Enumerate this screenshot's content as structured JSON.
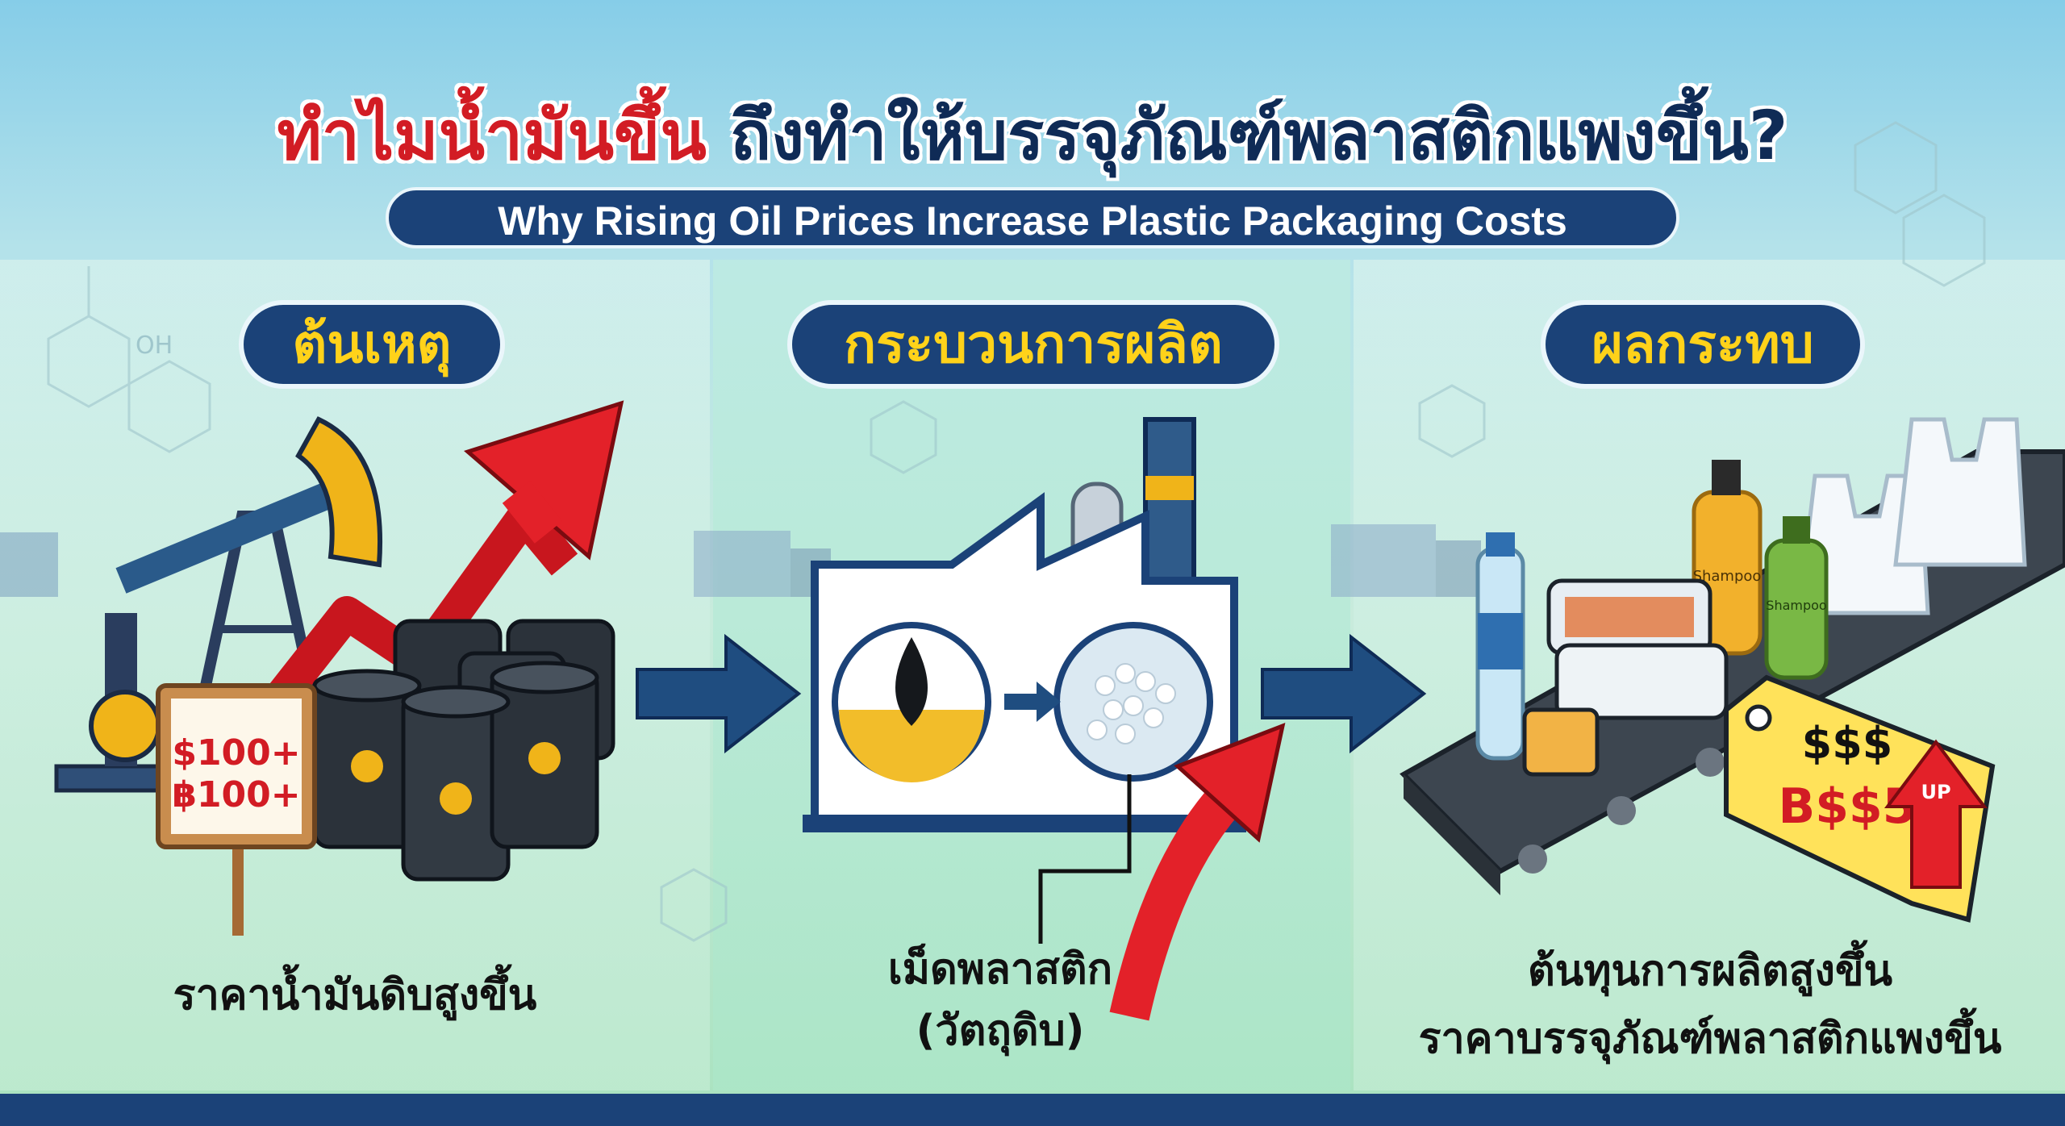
{
  "title": {
    "part_red": "ทำไมน้ำมันขึ้น",
    "part_dark": "ถึงทำให้บรรจุภัณฑ์พลาสติกแพงขึ้น?"
  },
  "subtitle": "Why Rising Oil Prices Increase Plastic Packaging Costs",
  "sections": [
    {
      "heading": "ต้นเหตุ",
      "caption": "ราคาน้ำมันดิบสูงขึ้น"
    },
    {
      "heading": "กระบวนการผลิต",
      "caption_line1": "เม็ดพลาสติก",
      "caption_line2": "(วัตถุดิบ)"
    },
    {
      "heading": "ผลกระทบ",
      "caption_line1": "ต้นทุนการผลิตสูงขึ้น",
      "caption_line2": "ราคาบรรจุภัณฑ์พลาสติกแพงขึ้น"
    }
  ],
  "sign": {
    "line1": "$100+",
    "line2": "฿100+"
  },
  "bottle_labels": {
    "left": "Shampoo",
    "right": "Shampoo"
  },
  "price_tag": {
    "line1": "$$$",
    "line2": "B$$5",
    "badge": "UP"
  },
  "colors": {
    "navy": "#1b4278",
    "red": "#d21c24",
    "yellow": "#ffd21a"
  }
}
